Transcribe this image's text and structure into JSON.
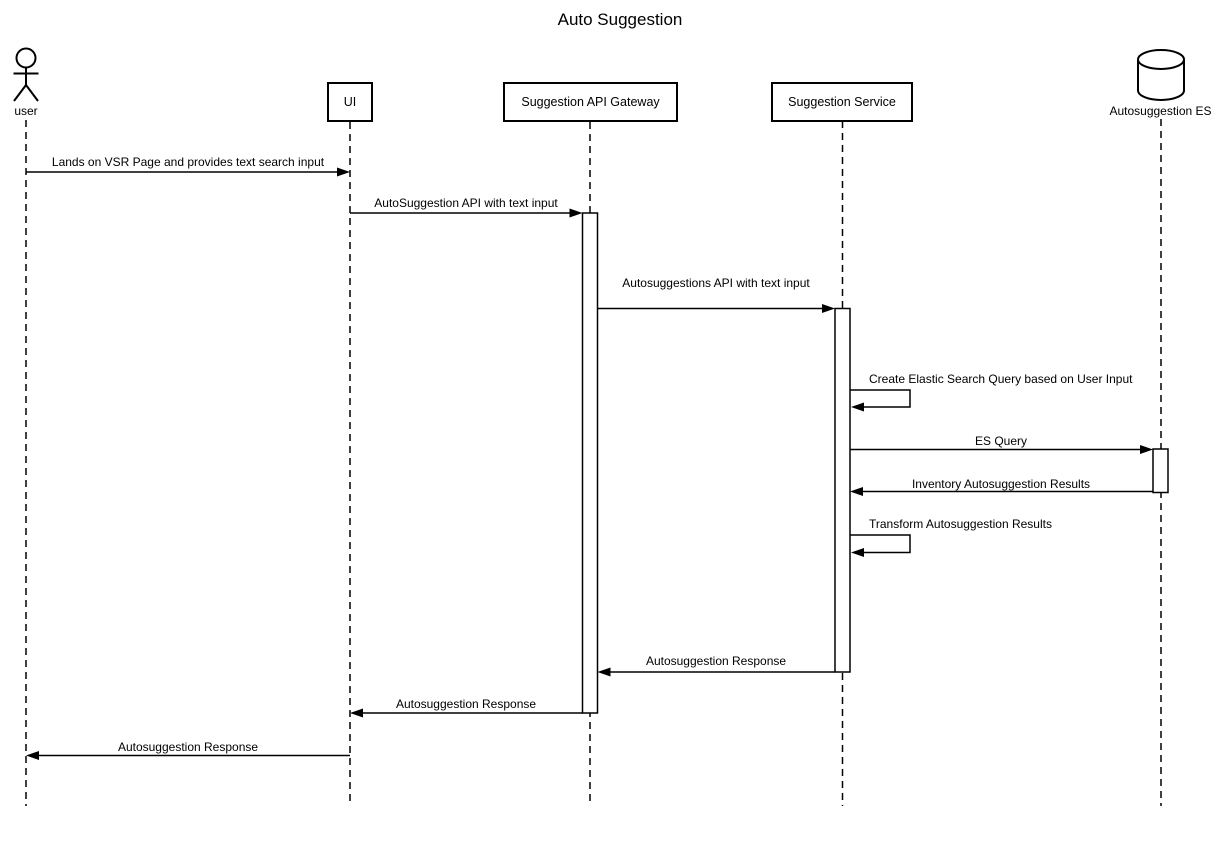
{
  "colors": {
    "line": "#000000",
    "background": "#ffffff"
  },
  "diagram": {
    "title": "Auto Suggestion",
    "participants": [
      {
        "id": "user",
        "label": "user",
        "type": "actor"
      },
      {
        "id": "ui",
        "label": "UI",
        "type": "box"
      },
      {
        "id": "gateway",
        "label": "Suggestion API Gateway",
        "type": "box"
      },
      {
        "id": "service",
        "label": "Suggestion Service",
        "type": "box"
      },
      {
        "id": "es",
        "label": "Autosuggestion ES",
        "type": "database"
      }
    ],
    "messages": [
      {
        "from": "user",
        "to": "ui",
        "kind": "sync",
        "label": "Lands on VSR Page and provides text search input"
      },
      {
        "from": "ui",
        "to": "gateway",
        "kind": "sync",
        "label": "AutoSuggestion API with text input"
      },
      {
        "from": "gateway",
        "to": "service",
        "kind": "sync",
        "label": "Autosuggestions API with text input"
      },
      {
        "from": "service",
        "to": "service",
        "kind": "self",
        "label": "Create Elastic Search Query based on User Input"
      },
      {
        "from": "service",
        "to": "es",
        "kind": "sync",
        "label": "ES Query"
      },
      {
        "from": "es",
        "to": "service",
        "kind": "return",
        "label": "Inventory Autosuggestion Results"
      },
      {
        "from": "service",
        "to": "service",
        "kind": "self",
        "label": "Transform Autosuggestion Results"
      },
      {
        "from": "service",
        "to": "gateway",
        "kind": "return",
        "label": "Autosuggestion Response"
      },
      {
        "from": "gateway",
        "to": "ui",
        "kind": "return",
        "label": "Autosuggestion Response"
      },
      {
        "from": "ui",
        "to": "user",
        "kind": "return",
        "label": "Autosuggestion Response"
      }
    ]
  }
}
